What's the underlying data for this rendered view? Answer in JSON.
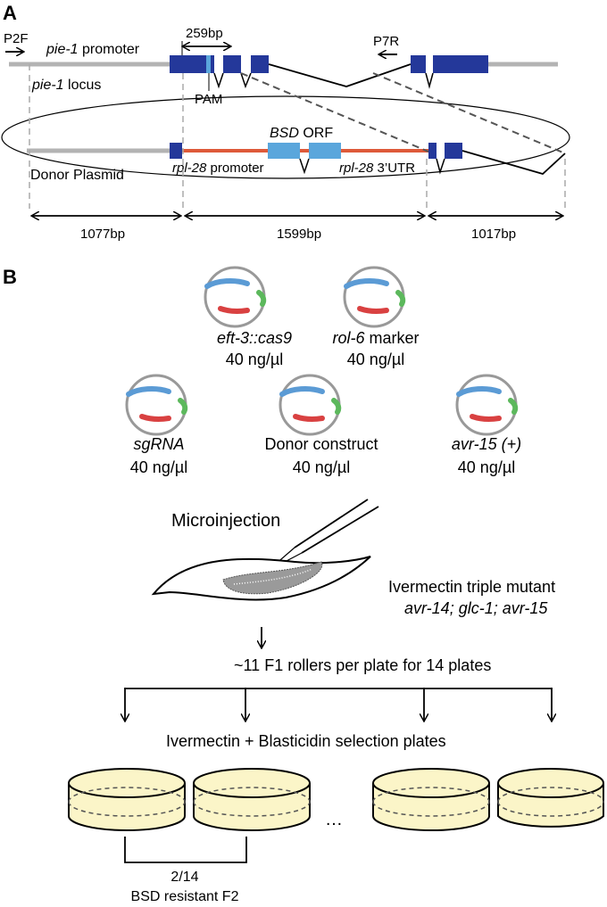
{
  "panel_a": {
    "label": "A",
    "p2f": "P2F",
    "pie1_promoter_gene": "pie-1",
    "pie1_promoter_word": " promoter",
    "pie1_locus_gene": "pie-1",
    "pie1_locus_word": " locus",
    "bp_259": "259bp",
    "pam": "PAM",
    "p7r": "P7R",
    "bsd_orf_gene": "BSD",
    "bsd_orf_word": " ORF",
    "donor_plasmid": "Donor Plasmid",
    "rpl28_promoter_gene": "rpl-28",
    "rpl28_promoter_word": " promoter",
    "rpl28_utr_gene": "rpl-28",
    "rpl28_utr_word": " 3’UTR",
    "bp_1077": "1077bp",
    "bp_1599": "1599bp",
    "bp_1017": "1017bp"
  },
  "panel_b": {
    "label": "B",
    "plasmids": [
      {
        "name": "eft-3::cas9",
        "italic": true,
        "conc": "40 ng/µl"
      },
      {
        "name_gene": "rol-6",
        "name_word": " marker",
        "conc": "40 ng/µl"
      },
      {
        "name": "sgRNA",
        "italic": true,
        "conc": "40 ng/µl"
      },
      {
        "name": "Donor construct",
        "italic": false,
        "conc": "40 ng/µl"
      },
      {
        "name": "avr-15 (+)",
        "italic": true,
        "conc": "40 ng/µl"
      }
    ],
    "microinjection": "Microinjection",
    "mutant_title": "Ivermectin triple mutant",
    "mutant_genotype": "avr-14; glc-1; avr-15",
    "f1_rollers": "~11 F1 rollers per plate for 14 plates",
    "selection_plates": "Ivermectin + Blasticidin selection plates",
    "ellipsis": "…",
    "ratio": "2/14",
    "result": "BSD resistant F2"
  },
  "colors": {
    "exon_dark": "#24389a",
    "bsd_light": "#5aa6dc",
    "rpl28_red": "#de5a3a",
    "locus_grey": "#b3b3b3",
    "plasmid_blue": "#5b9bd5",
    "plasmid_red": "#d94141",
    "plasmid_green": "#5cb85c",
    "dish_fill": "#fbf5c8"
  }
}
